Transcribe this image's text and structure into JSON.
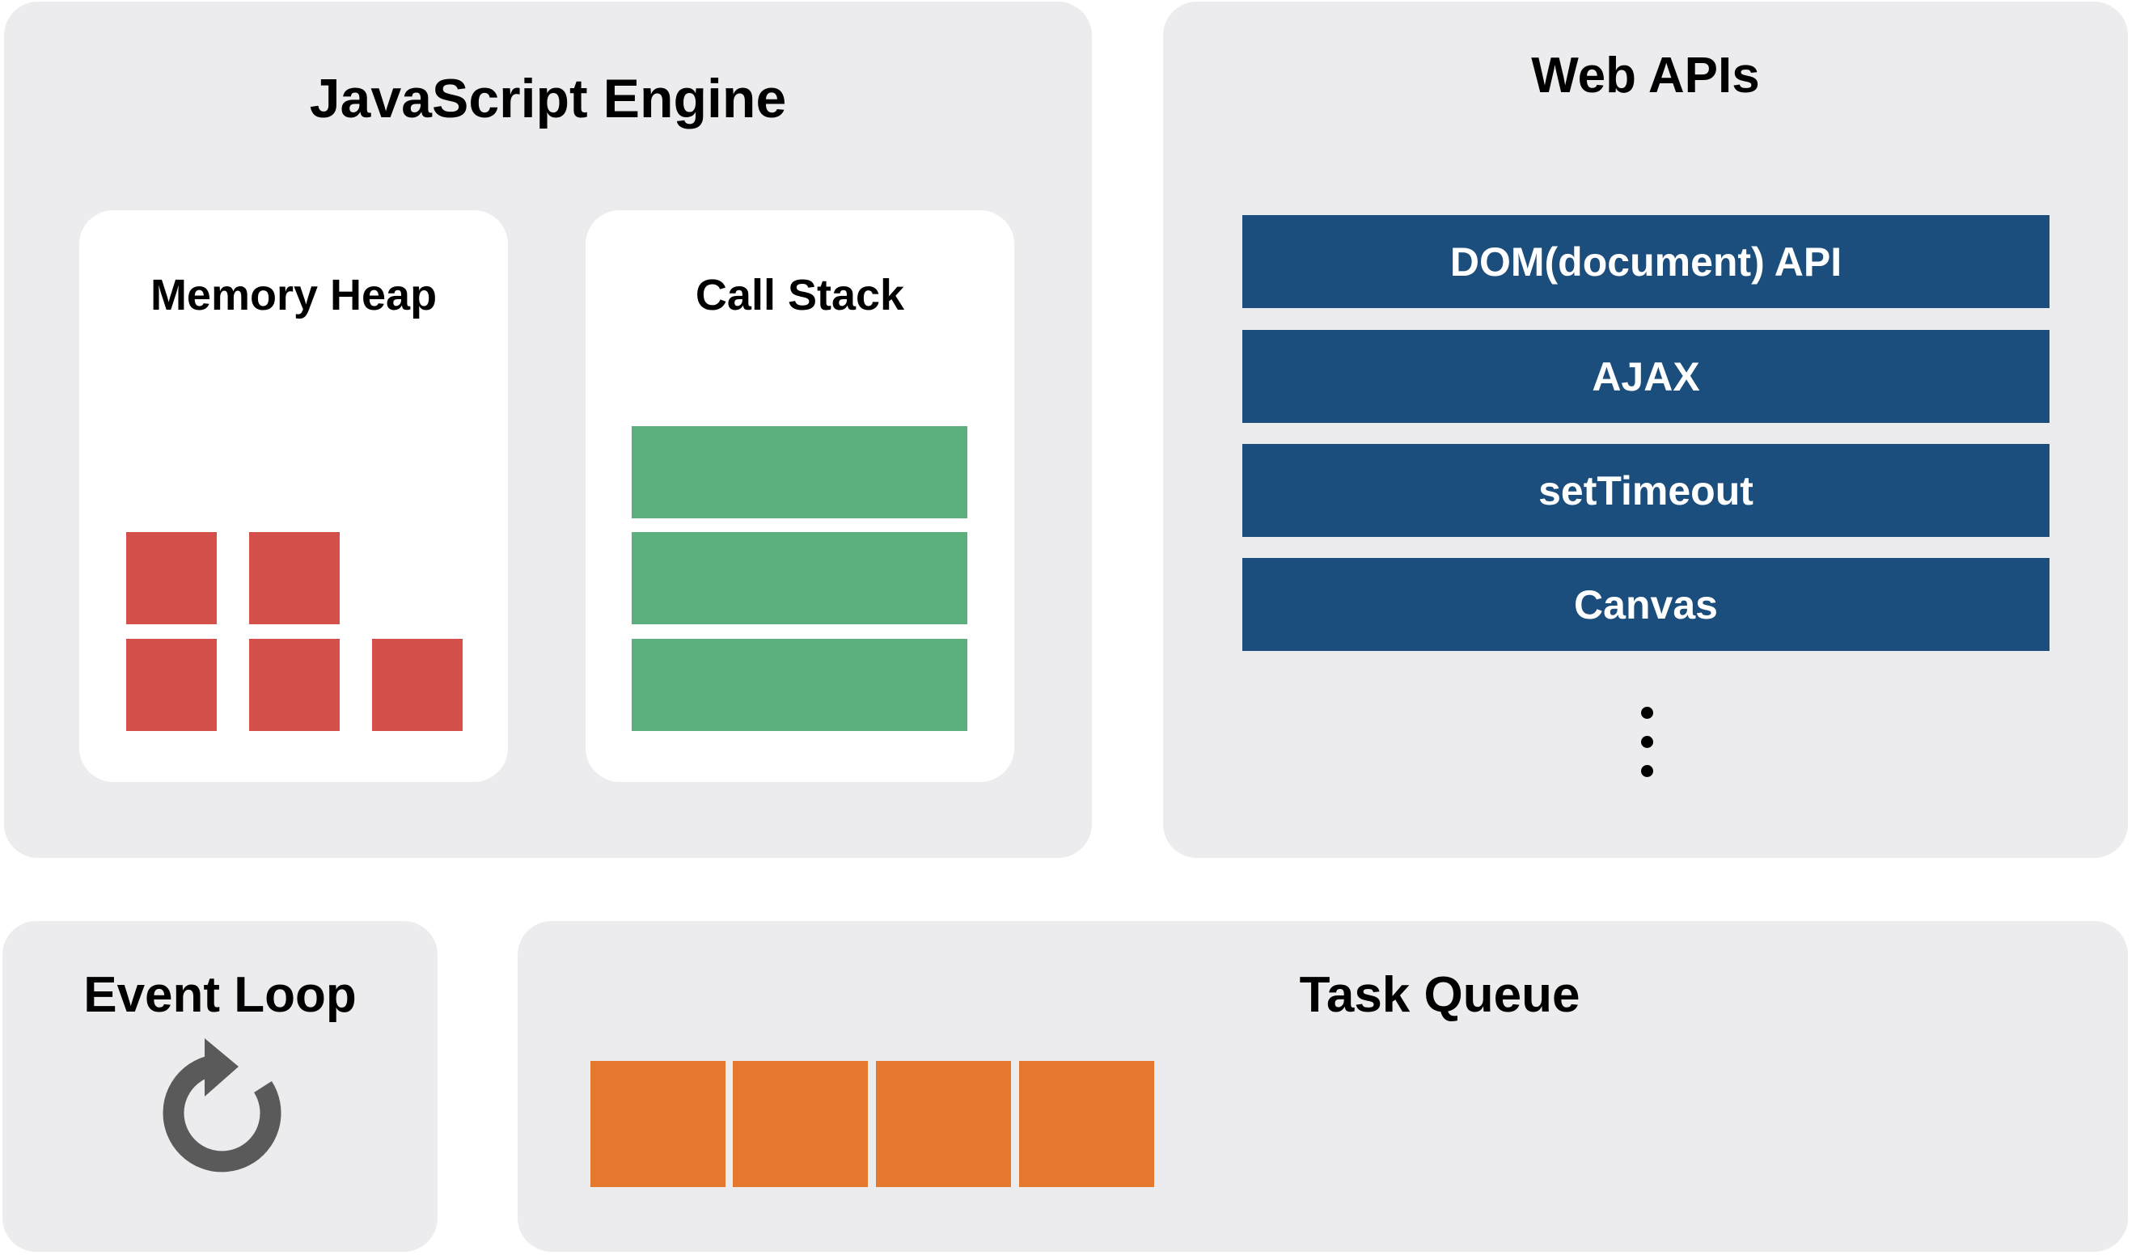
{
  "colors": {
    "panel_bg": "#ececee",
    "inner_bg": "#ffffff",
    "heap_block": "#d4504a",
    "stack_frame": "#5cb07e",
    "api_item": "#1b4e7c",
    "task_block": "#e4782f",
    "loop_icon": "#5a5a5a"
  },
  "engine": {
    "title": "JavaScript Engine",
    "memory_heap": {
      "title": "Memory Heap"
    },
    "call_stack": {
      "title": "Call Stack"
    }
  },
  "web_apis": {
    "title": "Web APIs",
    "items": [
      "DOM(document) API",
      "AJAX",
      "setTimeout",
      "Canvas"
    ],
    "more_icon": "vertical-ellipsis"
  },
  "event_loop": {
    "title": "Event Loop",
    "icon": "refresh-icon"
  },
  "task_queue": {
    "title": "Task Queue"
  }
}
